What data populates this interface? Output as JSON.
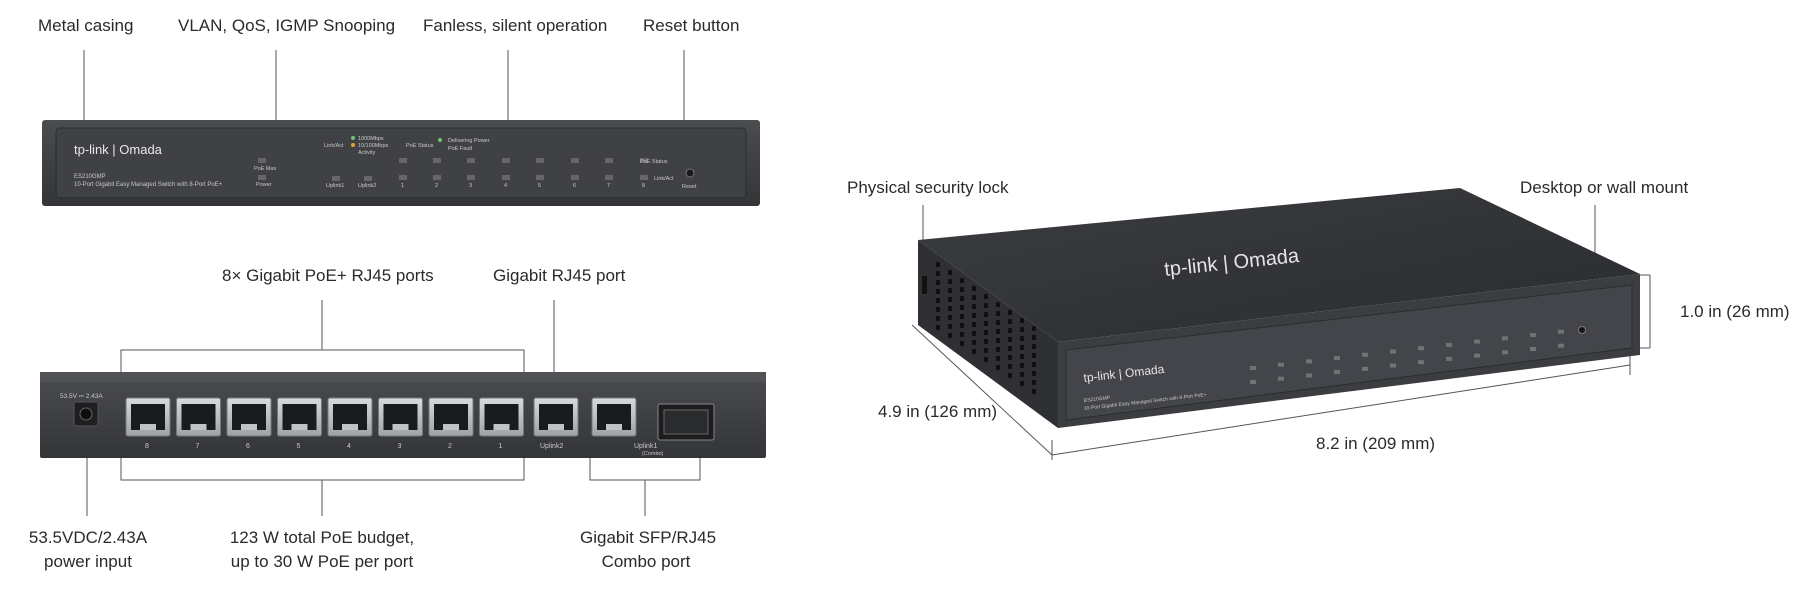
{
  "callouts": {
    "metal_casing": "Metal casing",
    "vlan_qos": "VLAN, QoS, IGMP Snooping",
    "fanless": "Fanless, silent operation",
    "reset_button": "Reset button",
    "poe_ports": "8× Gigabit PoE+ RJ45 ports",
    "gigabit_rj45": "Gigabit RJ45 port",
    "power_input_line1": "53.5VDC/2.43A",
    "power_input_line2": "power input",
    "poe_budget_line1": "123 W total PoE budget,",
    "poe_budget_line2": "up to 30 W PoE per port",
    "combo_line1": "Gigabit SFP/RJ45",
    "combo_line2": "Combo port",
    "security_lock": "Physical security lock",
    "desktop_mount": "Desktop or wall mount",
    "height": "1.0 in (26 mm)",
    "depth": "4.9 in (126 mm)",
    "width": "8.2 in (209 mm)"
  },
  "front_panel": {
    "brand": "tp-link | Omada",
    "model": "ES210GMP",
    "description": "10-Port Gigabit Easy Managed Switch with 8-Port PoE+",
    "poe_max": "PoE Max",
    "power": "Power",
    "link_act": "Link/Act",
    "legend_1000": "1000Mbps",
    "legend_10100": "10/100Mbps",
    "legend_activity": "Activity",
    "poe_status": "PoE Status",
    "delivering_power": "Delivering Power",
    "poe_fault": "PoE Fault",
    "uplink1": "Uplink1",
    "uplink2": "Uplink2",
    "port_numbers": [
      "1",
      "2",
      "3",
      "4",
      "5",
      "6",
      "7",
      "8"
    ],
    "poe_status_right": "PoE Status",
    "link_act_right": "Link/Act",
    "reset": "Reset"
  },
  "rear_panel": {
    "power_rating": "53.5V ⎓ 2.43A",
    "port_numbers": [
      "8",
      "7",
      "6",
      "5",
      "4",
      "3",
      "2",
      "1"
    ],
    "uplink2": "Uplink2",
    "uplink1": "Uplink1",
    "combo": "(Combo)"
  },
  "colors": {
    "chassis": "#3b3d40",
    "chassis_dark": "#2b2d30",
    "port_metal": "#bfc3c6",
    "leader_line": "#555555"
  }
}
